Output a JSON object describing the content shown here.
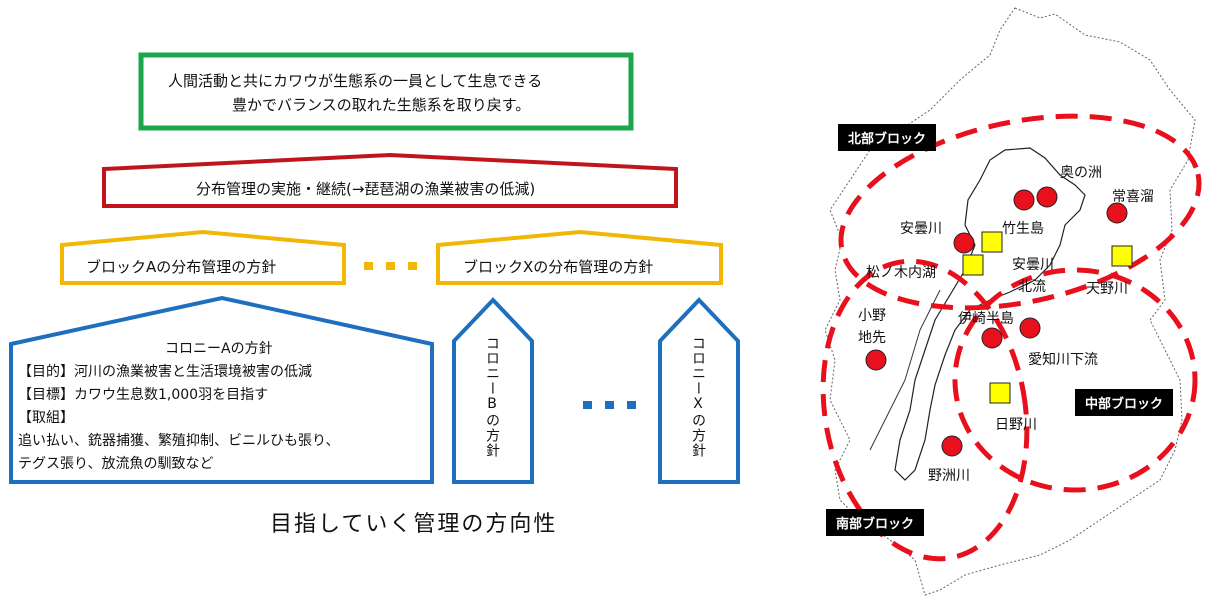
{
  "goal": {
    "line1": "人間活動と共にカワウが生態系の一員として生息できる",
    "line2": "豊かでバランスの取れた生態系を取り戻す。"
  },
  "distribution": {
    "label": "分布管理の実施・継続(→琵琶湖の漁業被害の低減)"
  },
  "block_policies": {
    "a": "ブロックAの分布管理の方針",
    "x": "ブロックXの分布管理の方針",
    "ellipsis": "・・・"
  },
  "colony_a": {
    "title": "コロニーAの方針",
    "purpose": "【目的】河川の漁業被害と生活環境被害の低減",
    "target": "【目標】カワウ生息数1,000羽を目指す",
    "actions_head": "【取組】",
    "actions_line1": "追い払い、銃器捕獲、繁殖抑制、ビニルひも張り、",
    "actions_line2": "テグス張り、放流魚の馴致など"
  },
  "colony_b": {
    "label": "コロニーBの方針"
  },
  "colony_x": {
    "label": "コロニーXの方針"
  },
  "colony_ellipsis": "・・・",
  "caption": "目指していく管理の方向性",
  "map": {
    "blocks": {
      "north": "北部ブロック",
      "central": "中部ブロック",
      "south": "南部ブロック"
    },
    "places": {
      "okunosu": "奥の洲",
      "jokitame": "常喜溜",
      "adogawa": "安曇川",
      "chikubushima": "竹生島",
      "matsunokinaiko": "松ノ木内湖",
      "adogawa_kitaryu": "安曇川",
      "kitaryu": "北流",
      "amanogawa": "天野川",
      "ono": "小野",
      "chisaki": "地先",
      "isakihanto": "伊崎半島",
      "echigawa": "愛知川下流",
      "hinogawa": "日野川",
      "yasugawa": "野洲川"
    }
  },
  "colors": {
    "green": "#1aa64a",
    "red": "#c0151c",
    "yellow": "#f2b705",
    "blue": "#1f6fbf",
    "dot_red": "#e8101c",
    "square_yellow": "#ffff00",
    "dash_red": "#e8101c"
  }
}
